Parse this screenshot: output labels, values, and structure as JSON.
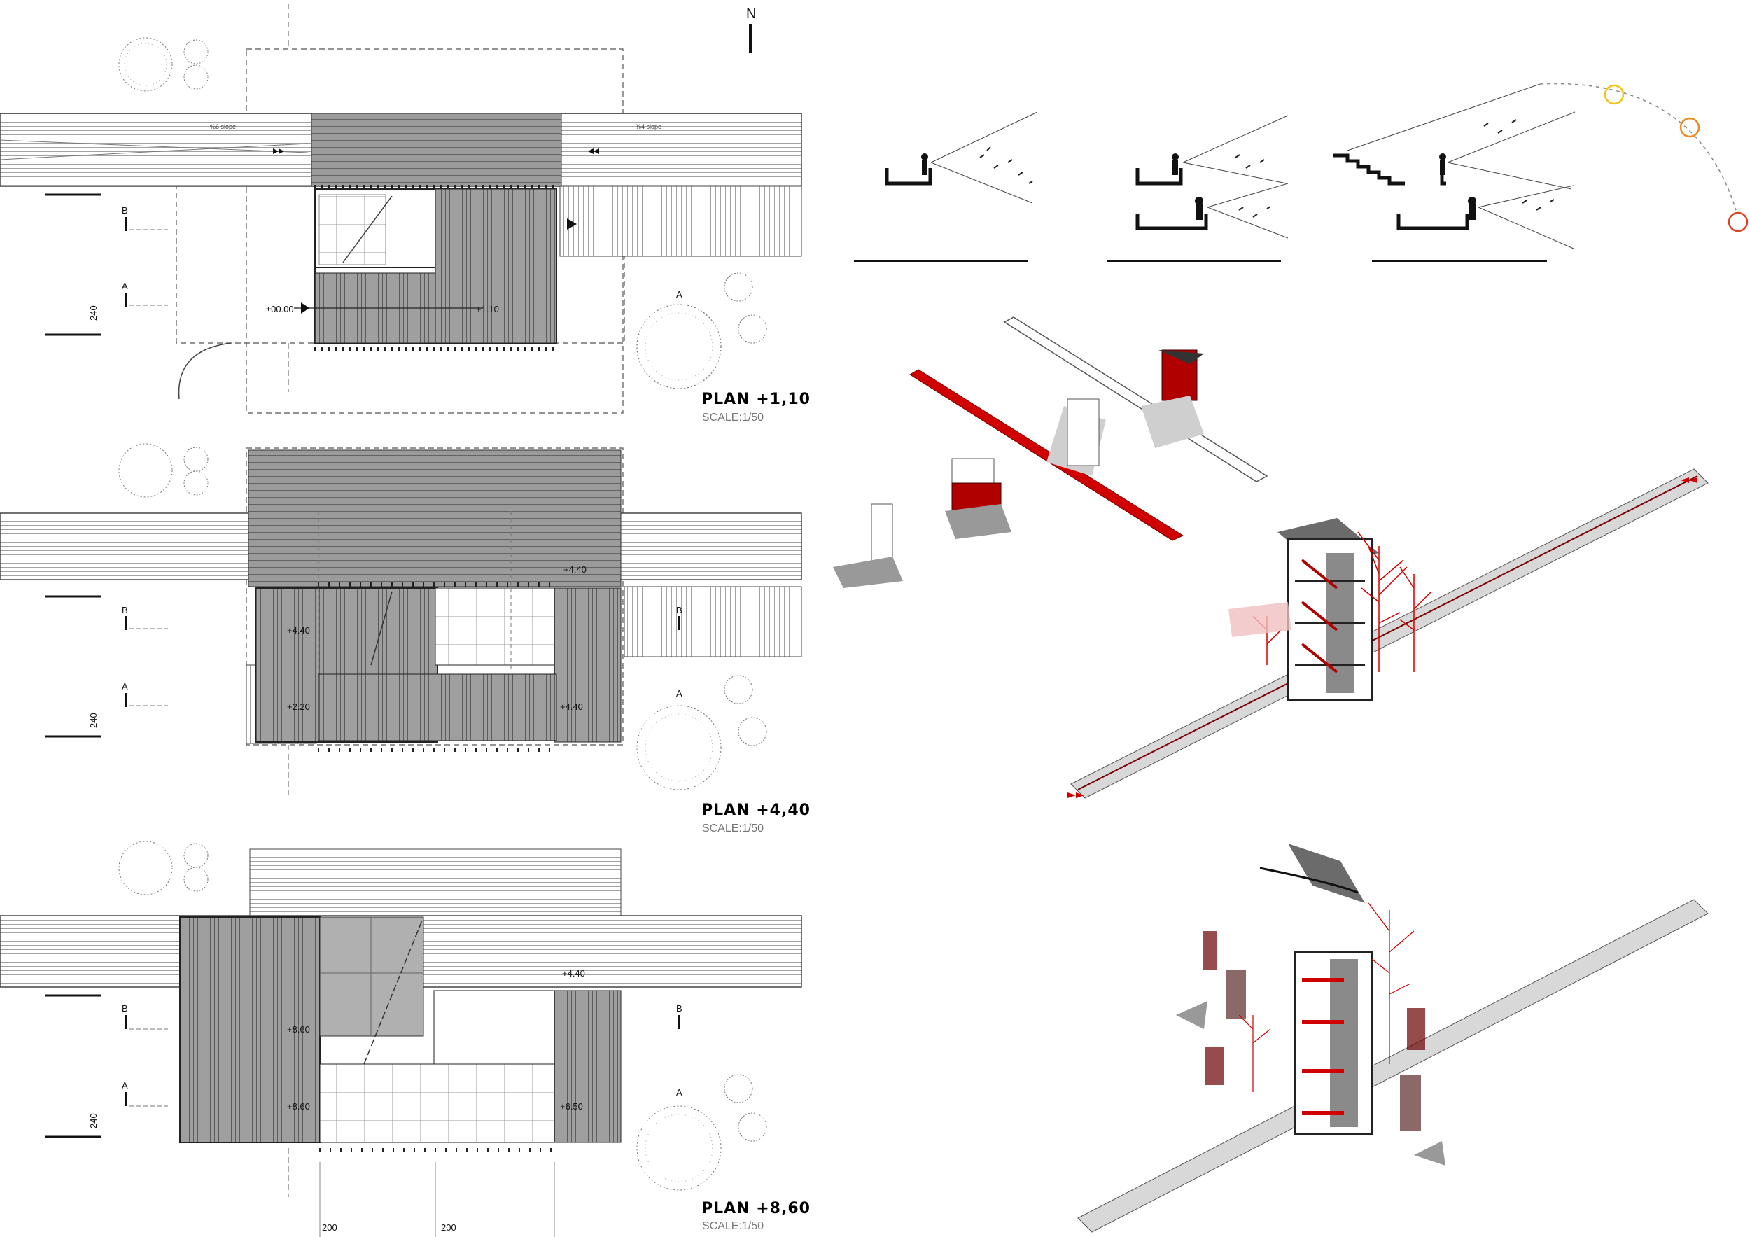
{
  "north": "N",
  "plans": [
    {
      "title": "PLAN +1,10",
      "scale": "SCALE:1/50",
      "section_a": "A",
      "section_b": "B",
      "dimension": "240",
      "levels": [
        "±00.00",
        "+1.10"
      ],
      "slope_left": "%6 slope",
      "slope_right": "%4 slope"
    },
    {
      "title": "PLAN +4,40",
      "scale": "SCALE:1/50",
      "section_a": "A",
      "section_b": "B",
      "dimension": "240",
      "levels": [
        "+4.40",
        "+4.40",
        "+2.20",
        "+4.40"
      ]
    },
    {
      "title": "PLAN +8,60",
      "scale": "SCALE:1/50",
      "section_a": "A",
      "section_b": "B",
      "dimension": "240",
      "levels": [
        "+4.40",
        "+8.60",
        "+8.60",
        "+6.50"
      ],
      "grid_dims": [
        "200",
        "200"
      ]
    }
  ],
  "colors": {
    "accent_red": "#d00000",
    "gray_fill": "#b5b5b5",
    "line": "#222222",
    "orbit_yellow": "#f3c518",
    "orbit_orange": "#ef8a1c",
    "orbit_red": "#e2431f"
  }
}
